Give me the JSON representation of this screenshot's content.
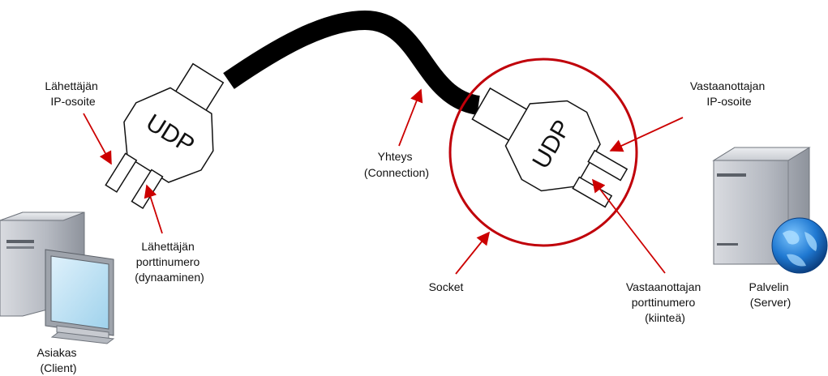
{
  "plug_left": {
    "label": "UDP"
  },
  "plug_right": {
    "label": "UDP"
  },
  "labels": {
    "sender_ip": [
      "Lähettäjän",
      "IP-osoite"
    ],
    "sender_port": [
      "Lähettäjän",
      "porttinumero",
      "(dynaaminen)"
    ],
    "connection": [
      "Yhteys",
      "(Connection)"
    ],
    "socket": "Socket",
    "receiver_ip": [
      "Vastaanottajan",
      "IP-osoite"
    ],
    "receiver_port": [
      "Vastaanottajan",
      "porttinumero",
      "(kiinteä)"
    ],
    "client": [
      "Asiakas",
      "(Client)"
    ],
    "server": [
      "Palvelin",
      "(Server)"
    ]
  },
  "colors": {
    "arrow": "#cc0000",
    "socket_ring": "#c0000a",
    "cable": "#000000",
    "plug_fill": "#ffffff",
    "plug_stroke": "#111111"
  },
  "icons": {
    "client": "desktop-computer-icon",
    "server": "server-globe-icon"
  }
}
